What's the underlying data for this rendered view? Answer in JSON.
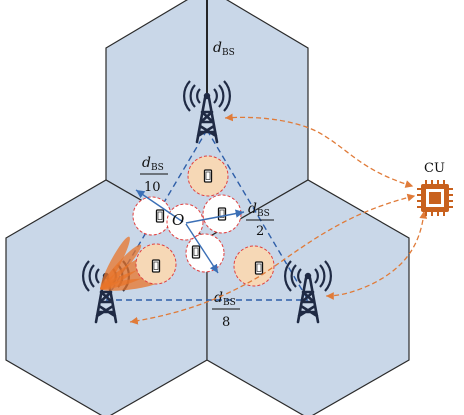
{
  "colors": {
    "hex_fill": "#c9d7e8",
    "hex_stroke": "#2b2b2b",
    "dash_blue": "#2e5ea8",
    "arrow_blue": "#3b6fb6",
    "cu_link": "#e07b39",
    "ue_fill": "#f6d8b6",
    "ue_ring": "#e04040",
    "beam": "#e8742a",
    "tower": "#1f2a44",
    "chip": "#c8611e"
  },
  "labels": {
    "d_bs": "d",
    "d_bs_sub": "BS",
    "origin": "O",
    "frac_10_num": "d",
    "frac_10_sub": "BS",
    "frac_10_den": "10",
    "frac_2_num": "d",
    "frac_2_sub": "BS",
    "frac_2_den": "2",
    "frac_8_num": "d",
    "frac_8_sub": "BS",
    "frac_8_den": "8",
    "cu": "CU"
  },
  "icons": {
    "base_station": "antenna-tower-icon",
    "user_device": "phone-icon",
    "central_unit": "cpu-chip-icon"
  }
}
